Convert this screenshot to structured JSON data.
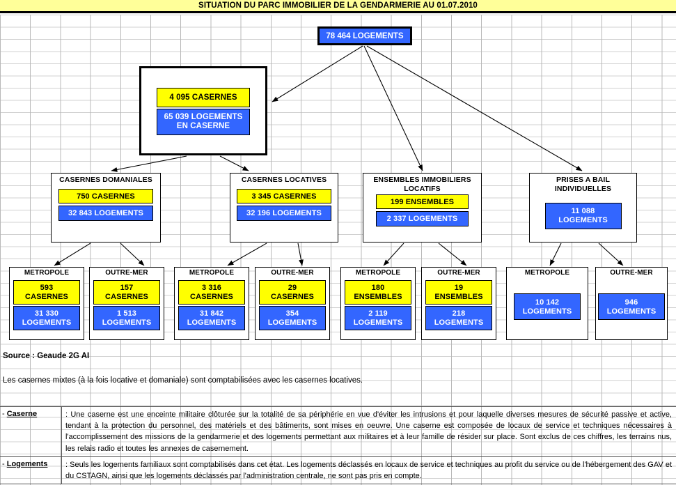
{
  "header": {
    "title": "SITUATION DU PARC IMMOBILIER DE LA GENDARMERIE AU 01.07.2010",
    "bg_color": "#ffff99"
  },
  "colors": {
    "yellow_chip": "#ffff00",
    "blue_chip": "#3366ff",
    "banner": "#ffff99",
    "grid_line": "#c8c8c8",
    "border": "#000000"
  },
  "root": {
    "label": "78 464 LOGEMENTS"
  },
  "level1": {
    "casernes": "4 095 CASERNES",
    "logements": "65 039 LOGEMENTS EN CASERNE",
    "logements_line1": "65 039 LOGEMENTS",
    "logements_line2": "EN CASERNE"
  },
  "level2": [
    {
      "name": "casernes-domaniales",
      "title": "CASERNES DOMANIALES",
      "yellow": "750  CASERNES",
      "blue": "32 843 LOGEMENTS"
    },
    {
      "name": "casernes-locatives",
      "title": "CASERNES  LOCATIVES",
      "yellow": "3 345 CASERNES",
      "blue": "32 196  LOGEMENTS"
    },
    {
      "name": "ensembles-immobiliers-locatifs",
      "title_line1": "ENSEMBLES IMMOBILIERS",
      "title_line2": "LOCATIFS",
      "yellow": "199 ENSEMBLES",
      "blue": "2 337 LOGEMENTS"
    },
    {
      "name": "prises-a-bail-individuelles",
      "title_line1": "PRISES A BAIL",
      "title_line2": "INDIVIDUELLES",
      "blue_line1": "11 088",
      "blue_line2": "LOGEMENTS"
    }
  ],
  "level3": [
    {
      "name": "dom-metropole",
      "title": "METROPOLE",
      "yellow_line1": "593",
      "yellow_line2": "CASERNES",
      "blue_line1": "31 330",
      "blue_line2": "LOGEMENTS"
    },
    {
      "name": "dom-outremer",
      "title": "OUTRE-MER",
      "yellow_line1": "157",
      "yellow_line2": "CASERNES",
      "blue_line1": "1 513",
      "blue_line2": "LOGEMENTS"
    },
    {
      "name": "loc-metropole",
      "title": "METROPOLE",
      "yellow_line1": "3 316",
      "yellow_line2": "CASERNES",
      "blue_line1": "31 842",
      "blue_line2": "LOGEMENTS"
    },
    {
      "name": "loc-outremer",
      "title": "OUTRE-MER",
      "yellow_line1": "29",
      "yellow_line2": "CASERNES",
      "blue_line1": "354",
      "blue_line2": "LOGEMENTS"
    },
    {
      "name": "ens-metropole",
      "title": "METROPOLE",
      "yellow_line1": "180",
      "yellow_line2": "ENSEMBLES",
      "blue_line1": "2 119",
      "blue_line2": "LOGEMENTS"
    },
    {
      "name": "ens-outremer",
      "title": "OUTRE-MER",
      "yellow_line1": "19",
      "yellow_line2": "ENSEMBLES",
      "blue_line1": "218",
      "blue_line2": "LOGEMENTS"
    },
    {
      "name": "bail-metropole",
      "title": "METROPOLE",
      "blue_line1": "10 142",
      "blue_line2": "LOGEMENTS"
    },
    {
      "name": "bail-outremer",
      "title": "OUTRE-MER",
      "blue_line1": "946",
      "blue_line2": "LOGEMENTS"
    }
  ],
  "footnotes": {
    "source": "Source : Geaude 2G  AI",
    "mixte": "Les casernes mixtes (à la fois locative et domaniale) sont comptabilisées avec les casernes locatives."
  },
  "definitions": [
    {
      "term_prefix": "- ",
      "term": "Caserne",
      "text": ": Une caserne est une enceinte militaire clôturée sur la totalité de sa périphérie en vue d'éviter les intrusions et pour laquelle diverses mesures de sécurité passive et active, tendant à la protection du personnel, des matériels et des bâtiments, sont mises en oeuvre. Une caserne est composée de locaux de service et techniques nécessaires à l'accomplissement des missions de la gendarmerie et des logements permettant aux militaires et à leur famille de résider sur place. Sont exclus de ces chiffres, les terrains nus, les relais radio et toutes les annexes de casernement."
    },
    {
      "term_prefix": "- ",
      "term": "Logements",
      "text": ": Seuls les logements familiaux sont comptabilisés dans cet état. Les logements déclassés en locaux de service et techniques au profit du service ou de l'hébergement des GAV et du CSTAGN, ainsi que les logements déclassés par l'administration centrale, ne sont pas pris en compte."
    }
  ]
}
